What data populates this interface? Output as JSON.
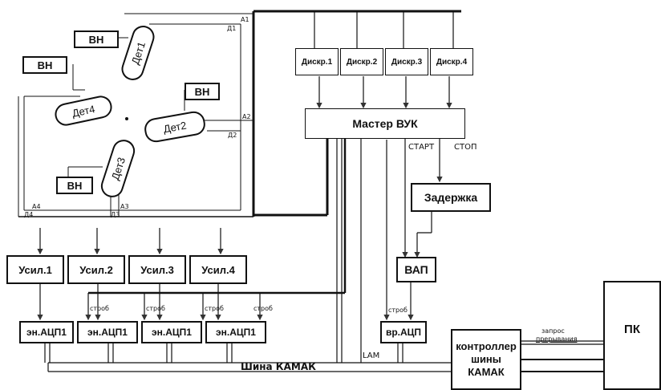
{
  "detectors": {
    "det1": "Дет1",
    "det2": "Дет2",
    "det3": "Дет3",
    "det4": "Дет4"
  },
  "hv": {
    "vn1": "ВН",
    "vn2": "ВН",
    "vn3": "ВН",
    "vn4": "ВН"
  },
  "signal_labels": {
    "a1": "A1",
    "d1": "Д1",
    "a2": "A2",
    "d2": "Д2",
    "a3": "A3",
    "d3": "Д3",
    "a4": "A4",
    "d4": "Д4"
  },
  "discriminators": [
    "Дискр.1",
    "Дискр.2",
    "Дискр.3",
    "Дискр.4"
  ],
  "master": "Мастер ВУК",
  "start": "СТАРТ",
  "stop": "СТОП",
  "delay": "Задержка",
  "tac": "ВАП",
  "amplifiers": [
    "Усил.1",
    "Усил.2",
    "Усил.3",
    "Усил.4"
  ],
  "strobe": "строб",
  "adcs": [
    "эн.АЦП1",
    "эн.АЦП1",
    "эн.АЦП1",
    "эн.АЦП1"
  ],
  "time_adc": "вр.АЦП",
  "lam": "LAM",
  "bus": "Шина КАМАК",
  "controller": [
    "контроллер",
    "шины",
    "КАМАК"
  ],
  "interrupt": [
    "запрос",
    "прерывания"
  ],
  "pc": "ПК"
}
